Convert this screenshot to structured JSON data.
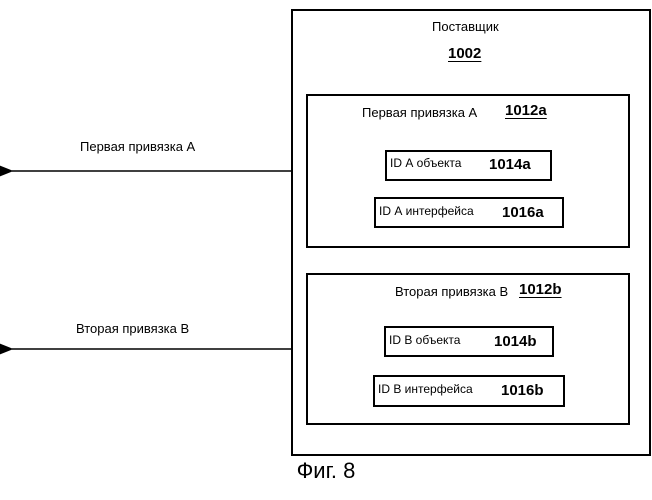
{
  "provider": {
    "label": "Поставщик",
    "number": "1002"
  },
  "binding_a": {
    "label": "Первая привязка А",
    "number": "1012a",
    "object_id_label": "ID А объекта",
    "object_id_number": "1014a",
    "interface_id_label": "ID А интерфейса",
    "interface_id_number": "1016a",
    "arrow_label": "Первая привязка А"
  },
  "binding_b": {
    "label": "Вторая привязка В",
    "number": "1012b",
    "object_id_label": "ID В объекта",
    "object_id_number": "1014b",
    "interface_id_label": "ID В интерфейса",
    "interface_id_number": "1016b",
    "arrow_label": "Вторая привязка В"
  },
  "figure_caption": "Фиг. 8"
}
